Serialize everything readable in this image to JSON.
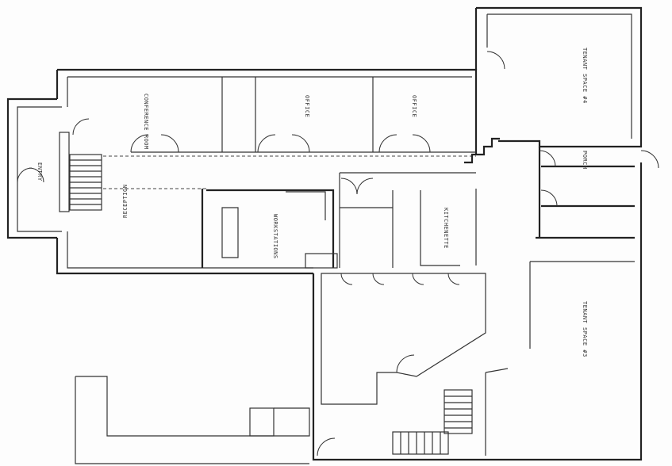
{
  "drawing": {
    "type": "floor plan",
    "rooms": [
      {
        "id": "tenant4",
        "label": "TENANT SPACE #4"
      },
      {
        "id": "tenant3",
        "label": "TENANT SPACE #3"
      },
      {
        "id": "conference",
        "label": "CONFERENCE ROOM"
      },
      {
        "id": "office1",
        "label": "OFFICE"
      },
      {
        "id": "office2",
        "label": "OFFICE"
      },
      {
        "id": "reception",
        "label": "RECEPTION"
      },
      {
        "id": "workstations",
        "label": "WORKSTATIONS"
      },
      {
        "id": "kitchenette",
        "label": "KITCHENETTE"
      },
      {
        "id": "porch",
        "label": "PORCH"
      },
      {
        "id": "entry",
        "label": "ENTRY"
      }
    ]
  }
}
